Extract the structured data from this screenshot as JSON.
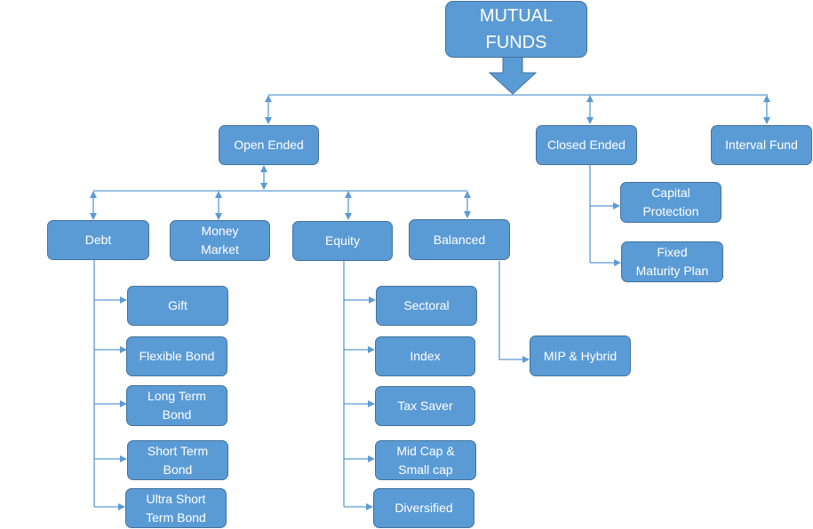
{
  "diagram": {
    "root": "MUTUAL\nFUNDS",
    "categories": {
      "open_ended": "Open Ended",
      "closed_ended": "Closed Ended",
      "interval_fund": "Interval Fund"
    },
    "open_ended_types": {
      "debt": "Debt",
      "money_market": "Money\nMarket",
      "equity": "Equity",
      "balanced": "Balanced"
    },
    "closed_ended_types": {
      "capital_protection": "Capital\nProtection",
      "fixed_maturity": "Fixed\nMaturity Plan"
    },
    "debt_funds": [
      "Gift",
      "Flexible Bond",
      "Long Term\nBond",
      "Short Term\nBond",
      "Ultra Short\nTerm Bond"
    ],
    "equity_funds": [
      "Sectoral",
      "Index",
      "Tax Saver",
      "Mid Cap &\nSmall cap",
      "Diversified"
    ],
    "balanced_funds": [
      "MIP & Hybrid"
    ],
    "colors": {
      "box_fill": "#5B9BD5",
      "box_border": "#41719C",
      "connector": "#5B9BD5"
    }
  }
}
